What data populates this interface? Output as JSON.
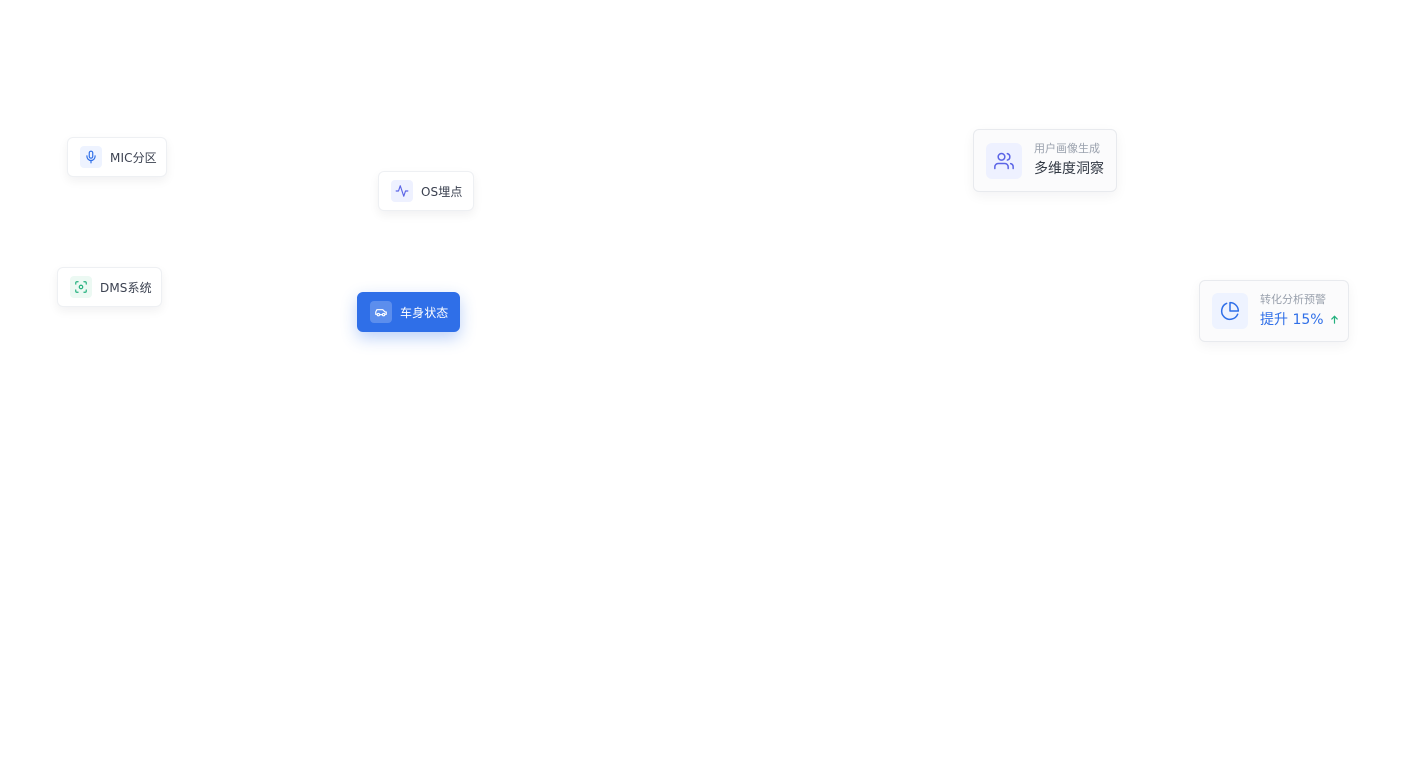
{
  "tags": {
    "mic": {
      "label": "MIC分区",
      "icon": "microphone-icon"
    },
    "os": {
      "label": "OS埋点",
      "icon": "activity-icon"
    },
    "dms": {
      "label": "DMS系统",
      "icon": "scan-face-icon"
    },
    "car": {
      "label": "车身状态",
      "icon": "car-icon"
    }
  },
  "cards": {
    "user_profile": {
      "subtitle": "用户画像生成",
      "title": "多维度洞察",
      "icon": "users-icon"
    },
    "conversion": {
      "subtitle": "转化分析预警",
      "title": "提升 15%",
      "icon": "pie-chart-icon",
      "trend_icon": "arrow-up-icon"
    }
  },
  "colors": {
    "primary": "#2f6fe8",
    "indigo": "#5b64e6",
    "green": "#22b07d",
    "text": "#3b4150",
    "muted": "#9aa1ad"
  }
}
